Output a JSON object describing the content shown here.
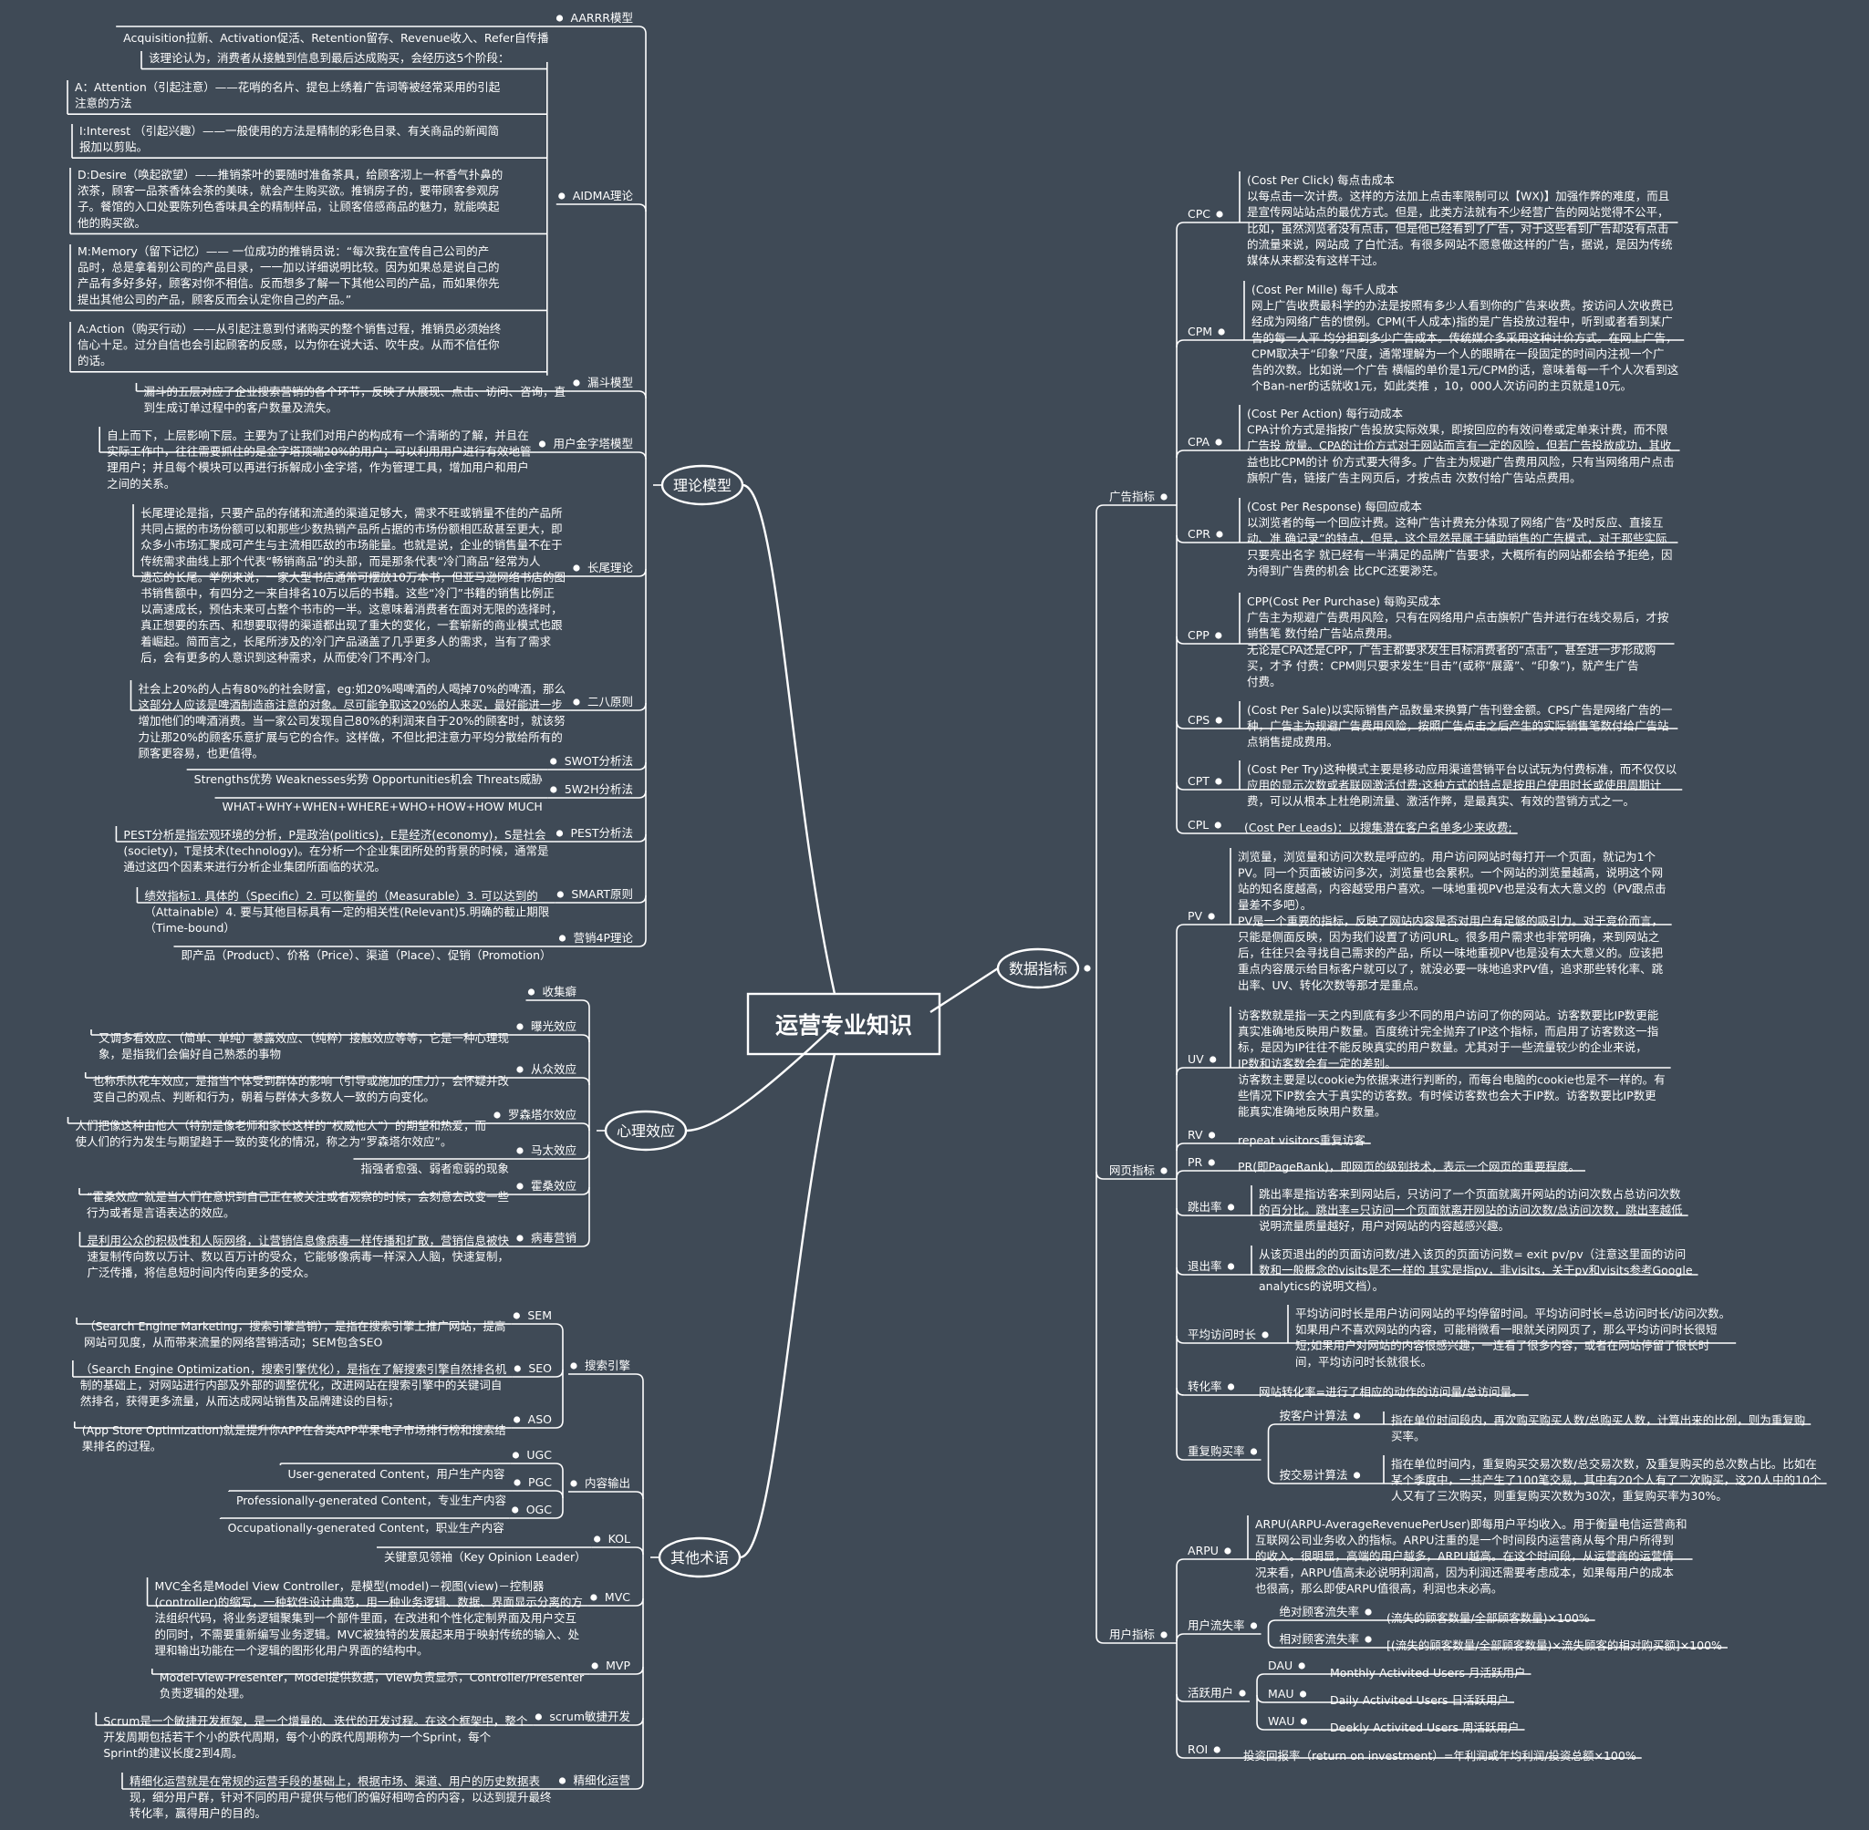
{
  "center": "运营专业知识",
  "groups": [
    {
      "label": "理论模型",
      "items": [
        {
          "label": "AARRR模型",
          "text": [
            "Acquisition拉新、Activation促活、Retention留存、Revenue收入、Refer自传播"
          ]
        },
        {
          "label": "AIDMA理论",
          "text": [],
          "subs": [
            [
              "该理论认为，消费者从接触到信息到最后达成购买，会经历这5个阶段："
            ],
            [
              "A：Attention（引起注意）——花哨的名片、提包上绣着广告词等被经常采用的引起",
              "注意的方法"
            ],
            [
              "I:Interest （引起兴趣）——一般使用的方法是精制的彩色目录、有关商品的新闻简",
              "报加以剪贴。"
            ],
            [
              "D:Desire（唤起欲望）——推销茶叶的要随时准备茶具，给顾客沏上一杯香气扑鼻的",
              "浓茶，顾客一品茶香体会茶的美味，就会产生购买欲。推销房子的，要带顾客参观房",
              "子。餐馆的入口处要陈列色香味具全的精制样品，让顾客倍感商品的魅力，就能唤起",
              "他的购买欲。"
            ],
            [
              "M:Memory（留下记忆）—— 一位成功的推销员说：“每次我在宣传自己公司的产",
              "品时，总是拿着别公司的产品目录，一一加以详细说明比较。因为如果总是说自己的",
              "产品有多好多好，顾客对你不相信。反而想多了解一下其他公司的产品，而如果你先",
              "提出其他公司的产品，顾客反而会认定你自己的产品。”"
            ],
            [
              "A:Action（购买行动）——从引起注意到付诸购买的整个销售过程，推销员必须始终",
              "信心十足。过分自信也会引起顾客的反感，以为你在说大话、吹牛皮。从而不信任你",
              "的话。"
            ]
          ]
        },
        {
          "label": "漏斗模型",
          "text": [
            "漏斗的五层对应了企业搜索营销的各个环节，反映了从展现、点击、访问、咨询，直",
            "到生成订单过程中的客户数量及流失。"
          ]
        },
        {
          "label": "用户金字塔模型",
          "text": [
            "自上而下，上层影响下层。主要为了让我们对用户的构成有一个清晰的了解，并且在",
            "实际工作中，往往需要抓住的是金字塔顶端20%的用户；可以利用用户进行有效地管",
            "理用户；并且每个模块可以再进行拆解成小金字塔，作为管理工具，增加用户和用户",
            "之间的关系。"
          ]
        },
        {
          "label": "长尾理论",
          "text": [
            "长尾理论是指，只要产品的存储和流通的渠道足够大，需求不旺或销量不佳的产品所",
            "共同占据的市场份额可以和那些少数热销产品所占据的市场份额相匹敌甚至更大，即",
            "众多小市场汇聚成可产生与主流相匹敌的市场能量。也就是说，企业的销售量不在于",
            "传统需求曲线上那个代表“畅销商品”的头部，而是那条代表“冷门商品”经常为人",
            "遗忘的长尾。举例来说，一家大型书店通常可摆放10万本书，但亚马逊网络书店的图",
            "书销售额中，有四分之一来自排名10万以后的书籍。这些“冷门”书籍的销售比例正",
            "以高速成长，预估未来可占整个书市的一半。这意味着消费者在面对无限的选择时，",
            "真正想要的东西、和想要取得的渠道都出现了重大的变化，一套崭新的商业模式也跟",
            "着崛起。简而言之，长尾所涉及的冷门产品涵盖了几乎更多人的需求，当有了需求",
            "后，会有更多的人意识到这种需求，从而使冷门不再冷门。"
          ]
        },
        {
          "label": "二八原则",
          "text": [
            "社会上20%的人占有80%的社会财富，eg:如20%喝啤酒的人喝掉70%的啤酒，那么",
            "这部分人应该是啤酒制造商注意的对象。尽可能争取这20%的人来买，最好能进一步",
            "增加他们的啤酒消费。当一家公司发现自己80%的利润来自于20%的顾客时，就该努",
            "力让那20%的顾客乐意扩展与它的合作。这样做，不但比把注意力平均分散给所有的",
            "顾客更容易，也更值得。"
          ]
        },
        {
          "label": "SWOT分析法",
          "text": [
            "Strengths优势 Weaknesses劣势 Opportunities机会 Threats威胁"
          ]
        },
        {
          "label": "5W2H分析法",
          "text": [
            "WHAT+WHY+WHEN+WHERE+WHO+HOW+HOW MUCH"
          ]
        },
        {
          "label": "PEST分析法",
          "text": [
            "PEST分析是指宏观环境的分析，P是政治(politics)，E是经济(economy)，S是社会",
            "(society)，T是技术(technology)。在分析一个企业集团所处的背景的时候，通常是",
            "通过这四个因素来进行分析企业集团所面临的状况。"
          ]
        },
        {
          "label": "SMART原则",
          "text": [
            "绩效指标1. 具体的（Specific）2. 可以衡量的（Measurable）3. 可以达到的",
            "（Attainable）4. 要与其他目标具有一定的相关性(Relevant)5.明确的截止期限",
            "（Time-bound）"
          ]
        },
        {
          "label": "营销4P理论",
          "text": [
            "即产品（Product）、价格（Price）、渠道（Place）、促销（Promotion）"
          ]
        }
      ]
    },
    {
      "label": "心理效应",
      "items": [
        {
          "label": "收集癖",
          "text": []
        },
        {
          "label": "曝光效应",
          "text": [
            "又调多看效应、（简单、单纯）暴露效应、（纯粹）接触效应等等，它是一种心理现",
            "象，是指我们会偏好自己熟悉的事物"
          ]
        },
        {
          "label": "从众效应",
          "text": [
            "也称乐队花车效应，是指当个体受到群体的影响（引导或施加的压力），会怀疑并改",
            "变自己的观点、判断和行为，朝着与群体大多数人一致的方向变化。"
          ]
        },
        {
          "label": "罗森塔尔效应",
          "text": [
            "人们把像这种由他人（特别是像老师和家长这样的“权威他人”）的期望和热爱，而",
            "使人们的行为发生与期望趋于一致的变化的情况，称之为“罗森塔尔效应”。"
          ]
        },
        {
          "label": "马太效应",
          "text": [
            "指强者愈强、弱者愈弱的现象"
          ]
        },
        {
          "label": "霍桑效应",
          "text": [
            "“霍桑效应”就是当人们在意识到自己正在被关注或者观察的时候，会刻意去改变一些",
            "行为或者是言语表达的效应。"
          ]
        },
        {
          "label": "病毒营销",
          "text": [
            "是利用公众的积极性和人际网络，让营销信息像病毒一样传播和扩散，营销信息被快",
            "速复制传向数以万计、数以百万计的受众，它能够像病毒一样深入人脑，快速复制，",
            "广泛传播，将信息短时间内传向更多的受众。"
          ]
        }
      ]
    },
    {
      "label": "其他术语",
      "items": [
        {
          "label": "搜索引擎",
          "subitems": [
            {
              "label": "SEM",
              "text": [
                "（Search Engine Marketing，搜索引擎营销），是指在搜索引擎上推广网站，提高",
                "网站可见度，从而带来流量的网络营销活动；SEM包含SEO"
              ]
            },
            {
              "label": "SEO",
              "text": [
                "（Search Engine Optimization，搜索引擎优化），是指在了解搜索引擎自然排名机",
                "制的基础上，对网站进行内部及外部的调整优化，改进网站在搜索引擎中的关键词自",
                "然排名，获得更多流量，从而达成网站销售及品牌建设的目标；"
              ]
            },
            {
              "label": "ASO",
              "text": [
                "(App Store Optimization)就是提升你APP在各类APP苹果电子市场排行榜和搜索结",
                "果排名的过程。"
              ]
            }
          ]
        },
        {
          "label": "内容输出",
          "subitems": [
            {
              "label": "UGC",
              "text": [
                "User-generated Content，用户生产内容"
              ]
            },
            {
              "label": "PGC",
              "text": [
                "Professionally-generated Content，专业生产内容"
              ]
            },
            {
              "label": "OGC",
              "text": [
                "Occupationally-generated Content，职业生产内容"
              ]
            }
          ]
        },
        {
          "label": "KOL",
          "text": [
            "关键意见领袖（Key Opinion Leader）"
          ]
        },
        {
          "label": "MVC",
          "text": [
            "MVC全名是Model View Controller，是模型(model)－视图(view)－控制器",
            "(controller)的缩写，一种软件设计典范，用一种业务逻辑、数据、界面显示分离的方",
            "法组织代码，将业务逻辑聚集到一个部件里面，在改进和个性化定制界面及用户交互",
            "的同时，不需要重新编写业务逻辑。MVC被独特的发展起来用于映射传统的输入、处",
            "理和输出功能在一个逻辑的图形化用户界面的结构中。"
          ]
        },
        {
          "label": "MVP",
          "text": [
            "Model-View-Presenter，Model提供数据，View负责显示，Controller/Presenter",
            "负责逻辑的处理。"
          ]
        },
        {
          "label": "scrum敏捷开发",
          "text": [
            "Scrum是一个敏捷开发框架，是一个增量的、迭代的开发过程。在这个框架中，整个",
            "开发周期包括若干个小的跌代周期，每个小的跌代周期称为一个Sprint，每个",
            "Sprint的建议长度2到4周。"
          ]
        },
        {
          "label": "精细化运营",
          "text": [
            "精细化运营就是在常规的运营手段的基础上，根据市场、渠道、用户的历史数据表",
            "现，细分用户群，针对不同的用户提供与他们的偏好相吻合的内容，以达到提升最终",
            "转化率，赢得用户的目的。"
          ]
        }
      ]
    },
    {
      "label": "数据指标",
      "subgroups": [
        {
          "label": "广告指标",
          "items": [
            {
              "label": "CPC",
              "text": [
                "(Cost Per Click) 每点击成本",
                "以每点击一次计费。这样的方法加上点击率限制可以【WX)】加强作弊的难度，而且",
                "是宣传网站站点的最优方式。但是，此类方法就有不少经营广告的网站觉得不公平，",
                "比如，虽然浏览者没有点击，但是他已经看到了广告，对于这些看到广告却没有点击",
                "的流量来说，网站成 了白忙活。有很多网站不愿意做这样的广告，据说，是因为传统",
                "媒体从来都没有这样干过。"
              ]
            },
            {
              "label": "CPM",
              "text": [
                " (Cost Per Mille) 每千人成本",
                "网上广告收费最科学的办法是按照有多少人看到你的广告来收费。按访问人次收费已",
                "经成为网络广告的惯例。CPM(千人成本)指的是广告投放过程中，听到或者看到某广",
                "告的每一人平 均分担到多少广告成本。传统媒介多采用这种计价方式。在网上广告，",
                "CPM取决于“印象”尺度，通常理解为一个人的眼睛在一段固定的时间内注视一个广",
                "告的次数。比如说一个广告 横幅的单价是1元/CPM的话，意味着每一千个人次看到这",
                "个Ban-ner的话就收1元，如此类推 ，10，000人次访问的主页就是10元。"
              ]
            },
            {
              "label": "CPA",
              "text": [
                "(Cost Per Action) 每行动成本",
                "CPA计价方式是指按广告投放实际效果，即按回应的有效问卷或定单来计费，而不限",
                "广告投 放量。CPA的计价方式对于网站而言有一定的风险，但若广告投放成功，其收",
                "益也比CPM的计 价方式要大得多。广告主为规避广告费用风险，只有当网络用户点击",
                "旗帜广告，链接广告主网页后，才按点击 次数付给广告站点费用。"
              ]
            },
            {
              "label": "CPR",
              "text": [
                "(Cost Per Response) 每回应成本",
                "以浏览者的每一个回应计费。这种广告计费充分体现了网络广告“及时反应、直接互",
                "动、准 确记录”的特点，但是，这个显然是属于辅助销售的广告模式，对于那些实际",
                "只要亮出名字 就已经有一半满足的品牌广告要求，大概所有的网站都会给予拒绝，因",
                "为得到广告费的机会 比CPC还要渺茫。"
              ]
            },
            {
              "label": "CPP",
              "text": [
                "CPP(Cost Per Purchase) 每购买成本",
                "广告主为规避广告费用风险，只有在网络用户点击旗帜广告并进行在线交易后，才按",
                "销售笔 数付给广告站点费用。",
                "无论是CPA还是CPP，广告主都要求发生目标消费者的“点击”，甚至进一步形成购",
                "买，才予 付费：CPM则只要求发生“目击”(或称“展露”、“印象”)，就产生广告",
                "付费。"
              ]
            },
            {
              "label": "CPS",
              "text": [
                "(Cost Per Sale)以实际销售产品数量来换算广告刊登金额。CPS广告是网络广告的一",
                "种，广告主为规避广告费用风险，按照广告点击之后产生的实际销售笔数付给广告站",
                "点销售提成费用。"
              ]
            },
            {
              "label": "CPT",
              "text": [
                "(Cost Per Try)这种模式主要是移动应用渠道营销平台以试玩为付费标准，而不仅仅以",
                "应用的显示次数或者联网激活付费;这种方式的特点是按用户使用时长或使用周期计",
                "费，可以从根本上杜绝刷流量、激活作弊，是最真实、有效的营销方式之一。"
              ]
            },
            {
              "label": "CPL",
              "text": [
                "(Cost Per Leads)：以搜集潜在客户名单多少来收费;"
              ]
            }
          ]
        },
        {
          "label": "网页指标",
          "items": [
            {
              "label": "PV",
              "text": [
                "浏览量，浏览量和访问次数是呼应的。用户访问网站时每打开一个页面，就记为1个",
                "PV。同一个页面被访问多次，浏览量也会累积。一个网站的浏览量越高，说明这个网",
                "站的知名度越高，内容越受用户喜欢。一味地重视PV也是没有太大意义的（PV跟点击",
                "量差不多吧）。",
                "PV是一个重要的指标，反映了网站内容是否对用户有足够的吸引力。对于竞价而言，",
                "只能是侧面反映，因为我们设置了访问URL。很多用户需求也非常明确，来到网站之",
                "后，往往只会寻找自己需求的产品，所以一味地重视PV也是没有太大意义的。应该把",
                "重点内容展示给目标客户就可以了，就没必要一味地追求PV值，追求那些转化率、跳",
                "出率、UV、转化次数等那才是重点。"
              ]
            },
            {
              "label": "UV",
              "text": [
                "访客数就是指一天之内到底有多少不同的用户访问了你的网站。访客数要比IP数更能",
                "真实准确地反映用户数量。百度统计完全抛弃了IP这个指标，而启用了访客数这一指",
                "标，是因为IP往往不能反映真实的用户数量。尤其对于一些流量较少的企业来说，",
                "IP数和访客数会有一定的差别。",
                "访客数主要是以cookie为依据来进行判断的，而每台电脑的cookie也是不一样的。有",
                "些情况下IP数会大于真实的访客数。有时候访客数也会大于IP数。访客数要比IP数更",
                "能真实准确地反映用户数量。"
              ]
            },
            {
              "label": "RV",
              "text": [
                "repeat visitors重复访客"
              ]
            },
            {
              "label": "PR",
              "text": [
                "PR(即PageRank)，即网页的级别技术，表示一个网页的重要程度。"
              ]
            },
            {
              "label": "跳出率",
              "text": [
                "跳出率是指访客来到网站后，只访问了一个页面就离开网站的访问次数占总访问次数",
                "的百分比。跳出率=只访问一个页面就离开网站的访问次数/总访问次数，跳出率越低",
                "说明流量质量越好，用户对网站的内容越感兴趣。"
              ]
            },
            {
              "label": "退出率",
              "text": [
                "从该页退出的的页面访问数/进入该页的页面访问数= exit pv/pv（注意这里面的访问",
                "数和一般概念的visits是不一样的 其实是指pv，非visits，关于pv和visits参考Google",
                "analytics的说明文档）。"
              ]
            },
            {
              "label": "平均访问时长",
              "text": [
                "平均访问时长是用户访问网站的平均停留时间。平均访问时长=总访问时长/访问次数。",
                "如果用户不喜欢网站的内容，可能稍微看一眼就关闭网页了，那么平均访问时长很短",
                "短;如果用户对网站的内容很感兴趣，一连看了很多内容，或者在网站停留了很长时",
                "间，平均访问时长就很长。"
              ]
            },
            {
              "label": "转化率",
              "text": [
                "网站转化率=进行了相应的动作的访问量/总访问量。"
              ]
            },
            {
              "label": "重复购买率",
              "subitems": [
                {
                  "label": "按客户计算法",
                  "text": [
                    "指在单位时间段内，再次购买购买人数/总购买人数，计算出来的比例，则为重复购",
                    "买率。"
                  ]
                },
                {
                  "label": "按交易计算法",
                  "text": [
                    "指在单位时间内，重复购买交易次数/总交易次数，及重复购买的总次数占比。比如在",
                    "某个季度中，一共产生了100笔交易，其中有20个人有了二次购买，这20人中的10个",
                    "人又有了三次购买，则重复购买次数为30次，重复购买率为30%。"
                  ]
                }
              ]
            }
          ]
        },
        {
          "label": "用户指标",
          "items": [
            {
              "label": "ARPU",
              "text": [
                "ARPU(ARPU-AverageRevenuePerUser)即每用户平均收入。用于衡量电信运营商和",
                "互联网公司业务收入的指标。ARPU注重的是一个时间段内运营商从每个用户所得到",
                "的收入。很明显，高端的用户越多，ARPU越高。在这个时间段，从运营商的运营情",
                "况来看，ARPU值高未必说明利润高，因为利润还需要考虑成本，如果每用户的成本",
                "也很高，那么即使ARPU值很高，利润也未必高。"
              ]
            },
            {
              "label": "用户流失率",
              "subitems": [
                {
                  "label": "绝对顾客流失率",
                  "text": [
                    "(流失的顾客数量/全部顾客数量)×100%"
                  ]
                },
                {
                  "label": "相对顾客流失率",
                  "text": [
                    "[(流失的顾客数量/全部顾客数量)×流失顾客的相对购买额]×100%"
                  ]
                }
              ]
            },
            {
              "label": "活跃用户",
              "subitems": [
                {
                  "label": "DAU",
                  "text": [
                    "Monthly Activited Users 月活跃用户"
                  ]
                },
                {
                  "label": "MAU",
                  "text": [
                    "Daily Activited Users 日活跃用户"
                  ]
                },
                {
                  "label": "WAU",
                  "text": [
                    "Deekly Activited Users 周活跃用户"
                  ]
                }
              ]
            },
            {
              "label": "ROI",
              "text": [
                "投资回报率（return on investment）=年利润或年均利润/投资总额×100%"
              ]
            }
          ]
        }
      ]
    }
  ]
}
